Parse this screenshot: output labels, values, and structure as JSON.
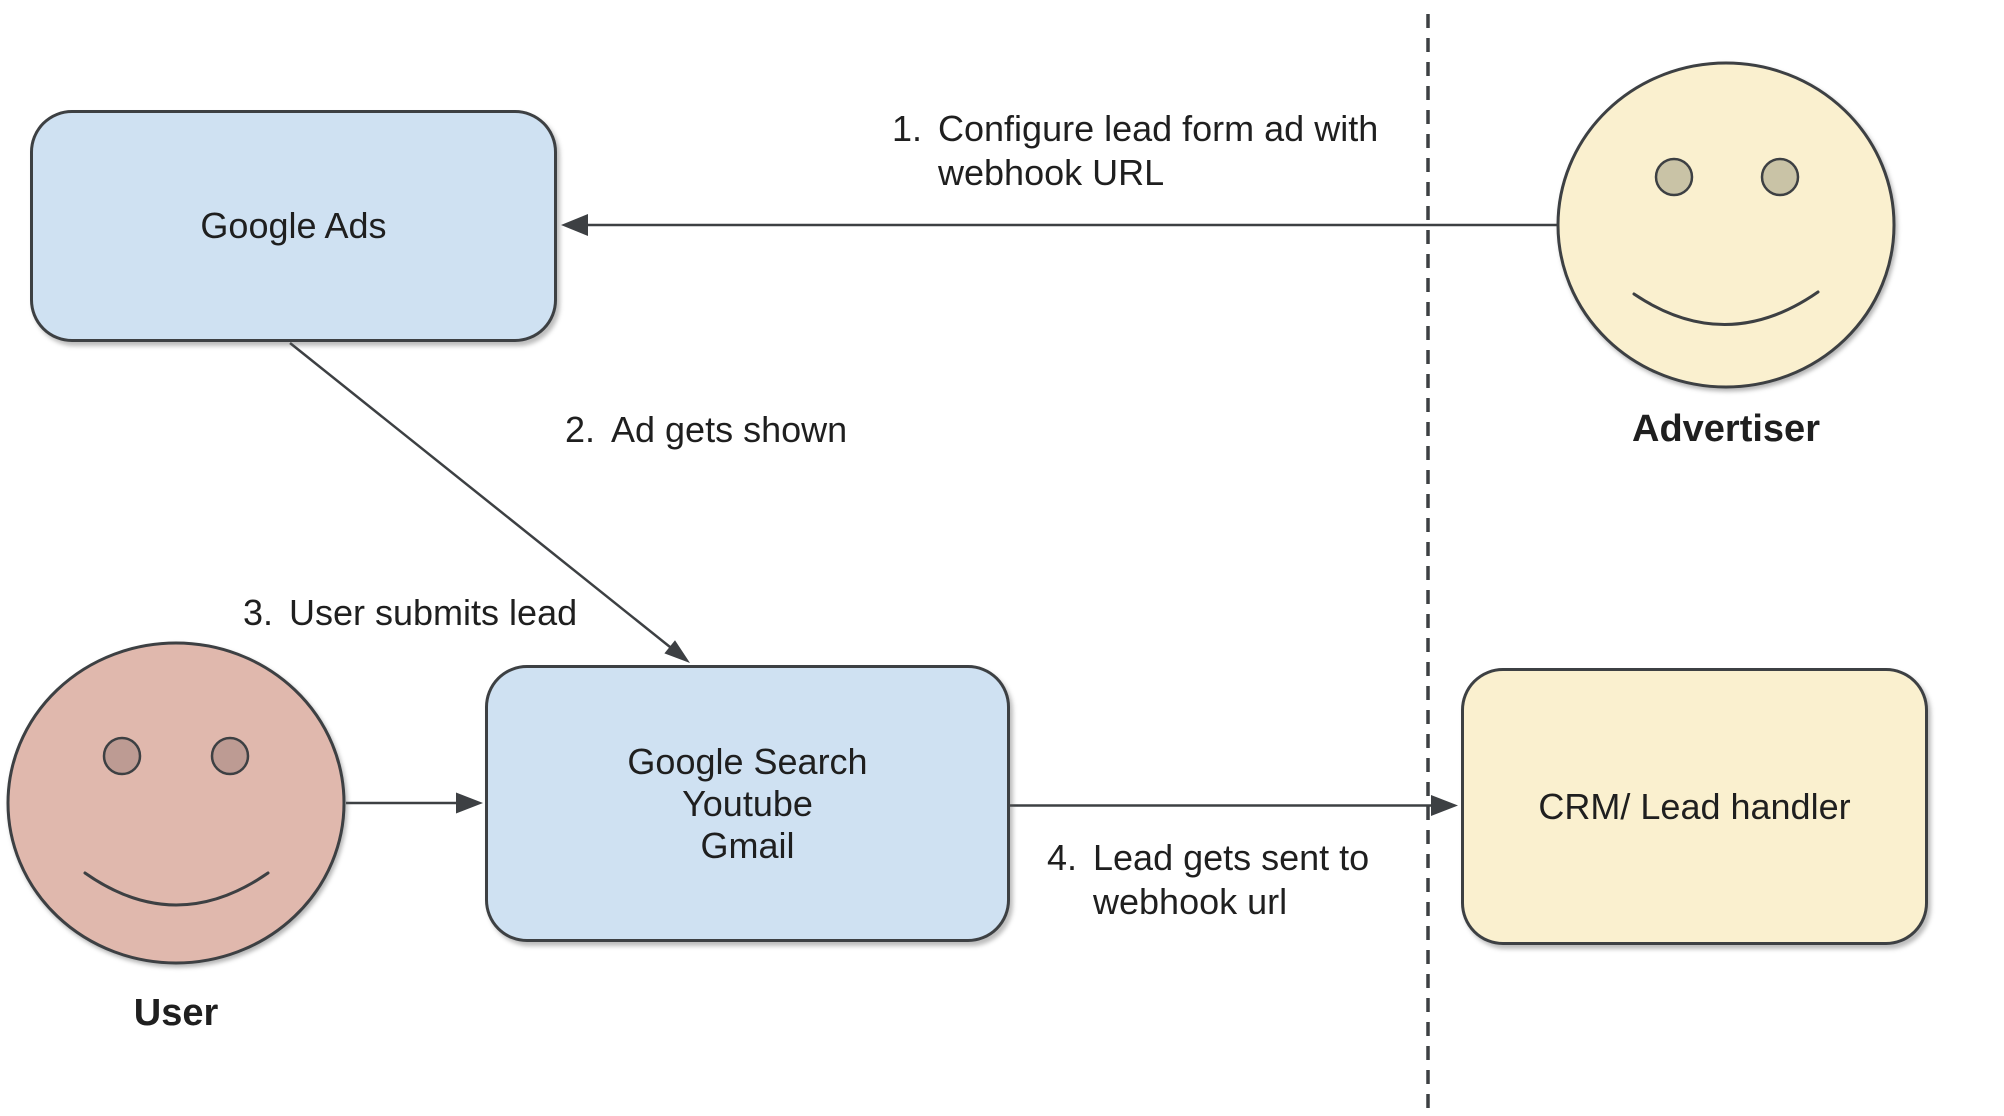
{
  "colors": {
    "line": "#3d4043",
    "text": "#1f1f1f",
    "blue-fill": "#cfe1f2",
    "yellow-fill": "#faf0cf",
    "adv-eye": "#c9c3a6",
    "user-fill": "#e0b8ad",
    "user-eye": "#bd9b93"
  },
  "nodes": {
    "google_ads": {
      "label": "Google Ads"
    },
    "google_surfaces": {
      "lines": [
        "Google Search",
        "Youtube",
        "Gmail"
      ]
    },
    "crm": {
      "label": "CRM/ Lead handler"
    }
  },
  "actors": {
    "advertiser": {
      "label": "Advertiser"
    },
    "user": {
      "label": "User"
    }
  },
  "steps": [
    {
      "num": "1.",
      "lines": [
        "Configure lead form ad with",
        "webhook URL"
      ]
    },
    {
      "num": "2.",
      "lines": [
        "Ad gets shown"
      ]
    },
    {
      "num": "3.",
      "lines": [
        "User submits lead"
      ]
    },
    {
      "num": "4.",
      "lines": [
        "Lead gets sent to",
        "webhook url"
      ]
    }
  ]
}
